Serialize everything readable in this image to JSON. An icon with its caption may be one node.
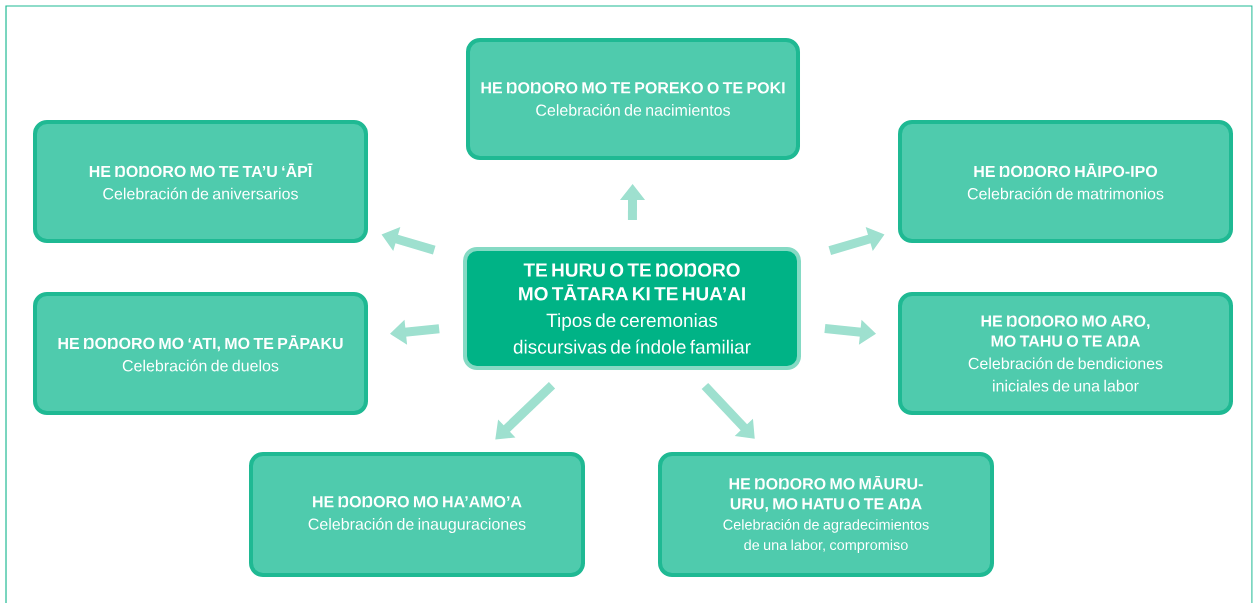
{
  "diagram": {
    "nodes": [
      {
        "text": [
          "HE ŊOŊORO MO TE POREKO O TE POKI",
          "Celebración de nacimientos"
        ]
      },
      {
        "text": [
          "HE ŊOŊORO MO TE TA’U  ‘ĀPĪ",
          "Celebración de aniversarios"
        ]
      },
      {
        "text": [
          "HE ŊOŊORO HĀIPO-IPO",
          "Celebración de matrimonios"
        ]
      },
      {
        "text": [
          "TE HURU O TE ŊOŊORO MO TĀTARA KI TE HUA’AI",
          "Tipos de ceremonias discursivas de índole familiar"
        ]
      },
      {
        "text": [
          "HE ŊOŊORO MO ‘ATI, MO TE PĀPAKU",
          "Celebración de duelos"
        ]
      },
      {
        "text": [
          "HE ŊOŊORO MO ARO, MO TAHU O TE AŊA",
          "Celebración de bendiciones iniciales de una labor"
        ]
      },
      {
        "text": [
          "HE ŊOŊORO MO HA’AMO’A",
          "Celebración de inauguraciones"
        ]
      },
      {
        "text": [
          "HE ŊOŊORO MO MĀURU-URU, MO HATU O TE AŊA",
          "Celebración de agradecimientos de una labor, compromiso"
        ]
      }
    ],
    "edges": [
      {
        "from": 3,
        "to": 0,
        "arrow": "to"
      },
      {
        "from": 3,
        "to": 1,
        "arrow": "to"
      },
      {
        "from": 3,
        "to": 2,
        "arrow": "to"
      },
      {
        "from": 3,
        "to": 4,
        "arrow": "to"
      },
      {
        "from": 3,
        "to": 5,
        "arrow": "to"
      },
      {
        "from": 3,
        "to": 6,
        "arrow": "to"
      },
      {
        "from": 3,
        "to": 7,
        "arrow": "to"
      }
    ]
  }
}
